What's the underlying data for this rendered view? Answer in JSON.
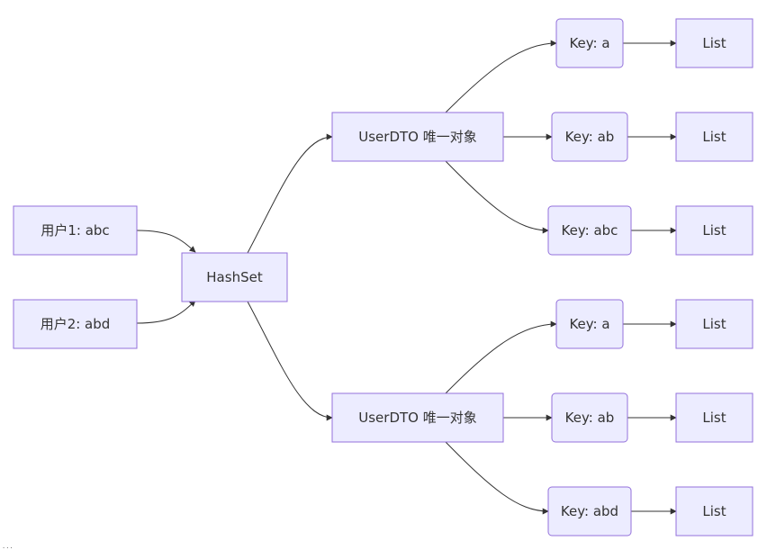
{
  "diagram": {
    "nodes": {
      "user1": "用户1: abc",
      "user2": "用户2: abd",
      "hashset": "HashSet",
      "dto_top": "UserDTO 唯一对象",
      "dto_bottom": "UserDTO 唯一对象",
      "key_a_top": "Key: a",
      "key_ab_top": "Key: ab",
      "key_abc": "Key: abc",
      "key_a_bottom": "Key: a",
      "key_ab_bottom": "Key: ab",
      "key_abd": "Key: abd",
      "list_1": "List",
      "list_2": "List",
      "list_3": "List",
      "list_4": "List",
      "list_5": "List",
      "list_6": "List"
    },
    "edges": [
      [
        "user1",
        "hashset"
      ],
      [
        "user2",
        "hashset"
      ],
      [
        "hashset",
        "dto_top"
      ],
      [
        "hashset",
        "dto_bottom"
      ],
      [
        "dto_top",
        "key_a_top"
      ],
      [
        "dto_top",
        "key_ab_top"
      ],
      [
        "dto_top",
        "key_abc"
      ],
      [
        "dto_bottom",
        "key_a_bottom"
      ],
      [
        "dto_bottom",
        "key_ab_bottom"
      ],
      [
        "dto_bottom",
        "key_abd"
      ],
      [
        "key_a_top",
        "list_1"
      ],
      [
        "key_ab_top",
        "list_2"
      ],
      [
        "key_abc",
        "list_3"
      ],
      [
        "key_a_bottom",
        "list_4"
      ],
      [
        "key_ab_bottom",
        "list_5"
      ],
      [
        "key_abd",
        "list_6"
      ]
    ],
    "colors": {
      "node_fill": "#ECECFF",
      "node_stroke": "#9370DB",
      "edge": "#333333",
      "text": "#333333"
    }
  },
  "footer": {
    "text": "..."
  }
}
